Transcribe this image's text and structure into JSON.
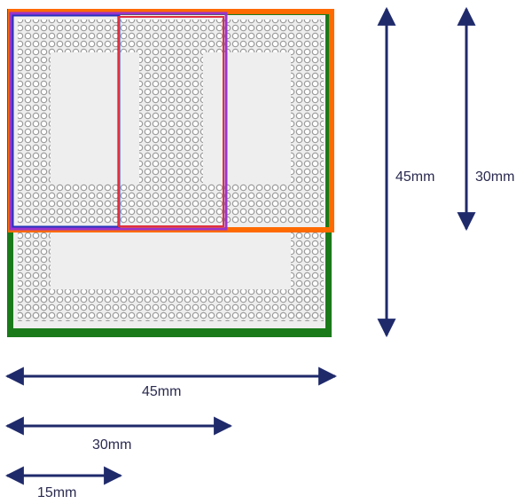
{
  "labels": {
    "height_total": "45mm",
    "height_sub": "30mm",
    "width_total": "45mm",
    "width_sub": "30mm",
    "width_small": "15mm"
  },
  "colors": {
    "substrate": "#1a7a1a",
    "die_fill": "#eeeeee",
    "ball": "#9a9a9a",
    "outline_orange": "#ff6a00",
    "outline_blue": "#2233bb",
    "outline_purple": "#9a33cc",
    "outline_red": "#e03040",
    "arrow": "#1f2a6b"
  },
  "icons": [
    "double-arrow-icon"
  ]
}
